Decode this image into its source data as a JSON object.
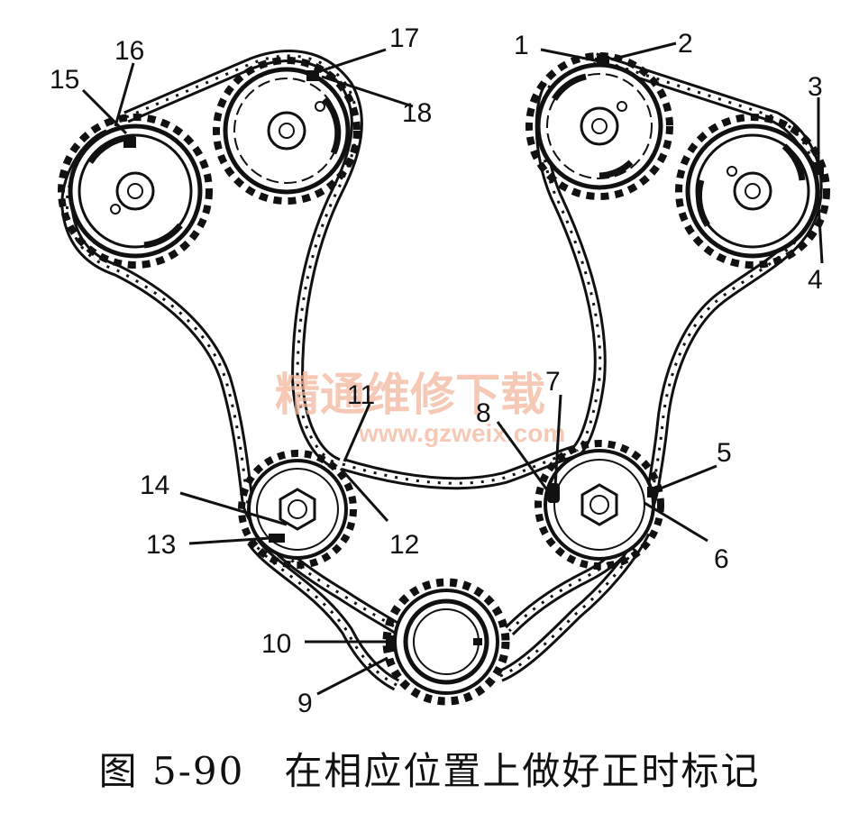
{
  "caption": "图 5-90　在相应位置上做好正时标记",
  "watermark": {
    "line1": "精通维修下载",
    "line2": "www.gzweix.com"
  },
  "callouts": [
    "1",
    "2",
    "3",
    "4",
    "5",
    "6",
    "7",
    "8",
    "9",
    "10",
    "11",
    "12",
    "13",
    "14",
    "15",
    "16",
    "17",
    "18"
  ]
}
